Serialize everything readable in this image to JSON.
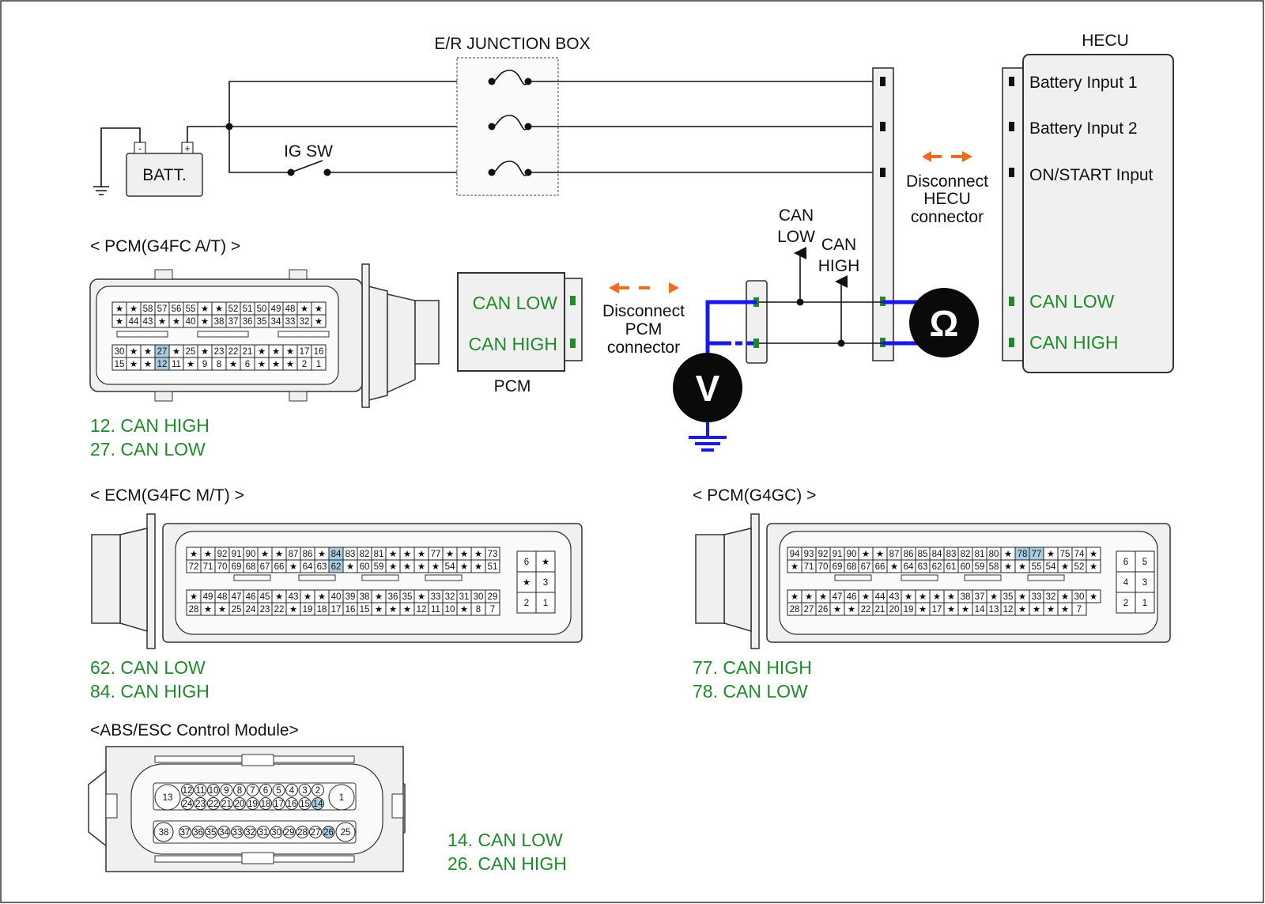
{
  "labels": {
    "junction_box": "E/R JUNCTION BOX",
    "hecu": "HECU",
    "batt": "BATT.",
    "ig_sw": "IG SW",
    "battery_input_1": "Battery Input 1",
    "battery_input_2": "Battery Input 2",
    "on_start_input": "ON/START Input",
    "hecu_can_low": "CAN LOW",
    "hecu_can_high": "CAN HIGH",
    "pcm_can_low": "CAN LOW",
    "pcm_can_high": "CAN HIGH",
    "pcm": "PCM",
    "disconnect_hecu_1": "Disconnect",
    "disconnect_hecu_2": "HECU",
    "disconnect_hecu_3": "connector",
    "disconnect_pcm_1": "Disconnect",
    "disconnect_pcm_2": "PCM",
    "disconnect_pcm_3": "connector",
    "can_low_probe_1": "CAN",
    "can_low_probe_2": "LOW",
    "can_high_probe_1": "CAN",
    "can_high_probe_2": "HIGH",
    "ohm_symbol": "Ω",
    "volt_symbol": "V",
    "batt_minus": "-",
    "batt_plus": "+"
  },
  "connectors": {
    "pcm_g4fc_at": {
      "title": "< PCM(G4FC A/T) >",
      "pins": [
        "12. CAN HIGH",
        "27. CAN LOW"
      ],
      "rows": [
        [
          "★",
          "★",
          "58",
          "57",
          "56",
          "55",
          "★",
          "★",
          "52",
          "51",
          "50",
          "49",
          "48",
          "★",
          "★"
        ],
        [
          "★",
          "44",
          "43",
          "★",
          "★",
          "40",
          "★",
          "38",
          "37",
          "36",
          "35",
          "34",
          "33",
          "32",
          "★"
        ],
        [
          "30",
          "★",
          "★",
          "27",
          "★",
          "25",
          "★",
          "23",
          "22",
          "21",
          "★",
          "★",
          "★",
          "17",
          "16"
        ],
        [
          "15",
          "★",
          "★",
          "12",
          "11",
          "★",
          "9",
          "8",
          "★",
          "6",
          "★",
          "★",
          "★",
          "2",
          "1"
        ]
      ]
    },
    "ecm_g4fc_mt": {
      "title": "< ECM(G4FC M/T) >",
      "pins": [
        "62. CAN LOW",
        "84. CAN HIGH"
      ],
      "rows": [
        [
          "★",
          "★",
          "92",
          "91",
          "90",
          "★",
          "★",
          "87",
          "86",
          "★",
          "84",
          "83",
          "82",
          "81",
          "★",
          "★",
          "★",
          "77",
          "★",
          "★",
          "★",
          "73"
        ],
        [
          "72",
          "71",
          "70",
          "69",
          "68",
          "67",
          "66",
          "★",
          "64",
          "63",
          "62",
          "★",
          "60",
          "59",
          "★",
          "★",
          "★",
          "★",
          "54",
          "★",
          "★",
          "51"
        ],
        [
          "★",
          "49",
          "48",
          "47",
          "46",
          "45",
          "★",
          "43",
          "★",
          "★",
          "40",
          "39",
          "38",
          "★",
          "36",
          "35",
          "★",
          "33",
          "32",
          "31",
          "30",
          "29"
        ],
        [
          "28",
          "★",
          "★",
          "25",
          "24",
          "23",
          "22",
          "★",
          "19",
          "18",
          "17",
          "16",
          "15",
          "★",
          "★",
          "★",
          "12",
          "11",
          "10",
          "★",
          "8",
          "7"
        ]
      ],
      "side": [
        [
          "6",
          "★"
        ],
        [
          "★",
          "3"
        ],
        [
          "2",
          "1"
        ]
      ]
    },
    "pcm_g4gc": {
      "title": "< PCM(G4GC) >",
      "pins": [
        "77. CAN HIGH",
        "78. CAN LOW"
      ],
      "rows": [
        [
          "94",
          "93",
          "92",
          "91",
          "90",
          "★",
          "★",
          "87",
          "86",
          "85",
          "84",
          "83",
          "82",
          "81",
          "80",
          "★",
          "78",
          "77",
          "★",
          "75",
          "74",
          "★"
        ],
        [
          "★",
          "71",
          "70",
          "69",
          "68",
          "67",
          "66",
          "★",
          "64",
          "63",
          "62",
          "61",
          "60",
          "59",
          "58",
          "★",
          "★",
          "55",
          "54",
          "★",
          "52",
          "★"
        ],
        [
          "★",
          "★",
          "★",
          "47",
          "46",
          "★",
          "44",
          "43",
          "★",
          "★",
          "★",
          "★",
          "38",
          "37",
          "★",
          "35",
          "★",
          "33",
          "32",
          "★",
          "30",
          "★"
        ],
        [
          "28",
          "27",
          "26",
          "★",
          "★",
          "22",
          "21",
          "20",
          "19",
          "★",
          "17",
          "★",
          "★",
          "14",
          "13",
          "12",
          "★",
          "★",
          "★",
          "★",
          "7"
        ]
      ],
      "side": [
        [
          "6",
          "5"
        ],
        [
          "4",
          "3"
        ],
        [
          "2",
          "1"
        ]
      ]
    },
    "abs_esc": {
      "title": "<ABS/ESC Control Module>",
      "pins": [
        "14. CAN LOW",
        "26. CAN HIGH"
      ],
      "top_row": [
        "12",
        "11",
        "10",
        "9",
        "8",
        "7",
        "6",
        "5",
        "4",
        "3",
        "2"
      ],
      "mid_row": [
        "24",
        "23",
        "22",
        "21",
        "20",
        "19",
        "18",
        "17",
        "16",
        "15",
        "14"
      ],
      "bottom_row": [
        "37",
        "36",
        "35",
        "34",
        "33",
        "32",
        "31",
        "30",
        "29",
        "28",
        "27",
        "26"
      ],
      "big_pins": [
        "13",
        "1",
        "38",
        "25"
      ]
    }
  },
  "colors": {
    "label_green": "#1e8a2a",
    "measure_blue": "#1a1ae6",
    "disconnect_orange": "#f26a1b",
    "highlight_pin": "#a9cde0"
  }
}
